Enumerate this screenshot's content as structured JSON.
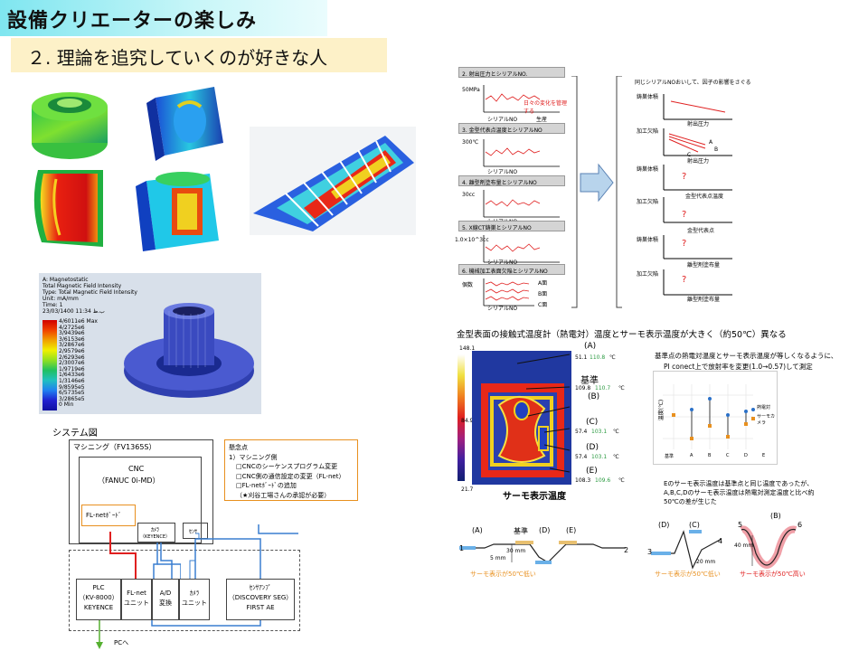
{
  "header": {
    "title": "設備クリエーターの楽しみ",
    "subtitle": "２. 理論を追究していくのが好きな人"
  },
  "magnet_panel": {
    "lines": [
      "A: Magnetostatic",
      "Total Magnetic Field Intensity",
      "Type: Total Magnetic Field Intensity",
      "Unit: mA/mm",
      "Time: 1",
      "23/03/1400 11:34 ب.ظ"
    ],
    "legend": [
      "4/6011e6 Max",
      "4/2725e6",
      "3/9439e6",
      "3/6153e6",
      "3/2867e6",
      "2/9579e6",
      "2/6293e6",
      "2/3007e6",
      "1/9719e6",
      "1/6433e6",
      "1/3146e6",
      "9/8595e5",
      "6/5735e5",
      "3/2865e5",
      "0 Min"
    ]
  },
  "flow_left": {
    "steps": [
      {
        "title": "2. 射出圧力とシリアルNO.",
        "ylab": "50MPa",
        "note": "日々の変化を管理する",
        "xlab": "シリアルNO",
        "xlab2": "生産"
      },
      {
        "title": "3. 金型代表点温度とシリアルNO",
        "ylab": "300℃",
        "xlab": "シリアルNO"
      },
      {
        "title": "4. 離型剤塗布量とシリアルNO",
        "ylab": "30cc",
        "xlab": "シリアルNO"
      },
      {
        "title": "5. X線CT鋳巣とシリアルNO",
        "ylab": "1.0×10^3cc",
        "xlab": "シリアルNO"
      },
      {
        "title": "6. 機械加工表面欠陥とシリアルNO",
        "ylab": "個数",
        "xlab": "シリアルNO",
        "series": [
          "A面",
          "B面",
          "C面"
        ]
      }
    ]
  },
  "flow_right": {
    "header": "同じシリアルNOおいして、因子の影響をさぐる",
    "charts": [
      {
        "y": "鋳巣体積",
        "x": "射出圧力"
      },
      {
        "y": "加工欠陥",
        "x": "射出圧力",
        "labels": [
          "A",
          "B",
          "C"
        ]
      },
      {
        "y": "鋳巣体積",
        "x": "金型代表点温度",
        "q": "?"
      },
      {
        "y": "加工欠陥",
        "x": "金型代表点",
        "q": "?"
      },
      {
        "y": "鋳巣体積",
        "x": "離型剤塗布量",
        "q": "?"
      },
      {
        "y": "加工欠陥",
        "x": "離型剤塗布量",
        "q": "?"
      }
    ]
  },
  "thermo": {
    "heading": "金型表面の接触式温度計（熱電対）温度とサーモ表示温度が大きく（約50℃）異なる",
    "scale_top": "148.1",
    "scale_mid": "84.9",
    "scale_bot": "21.7",
    "caption": "サーモ表示温度",
    "points": [
      {
        "label": "(A)",
        "val": "51.1",
        "ref": "110.8",
        "unit": "℃"
      },
      {
        "label": "基準",
        "val": "109.8",
        "ref": "110.7",
        "unit": "℃"
      },
      {
        "label": "(B)"
      },
      {
        "label": "(C)",
        "val": "57.4",
        "ref": "103.1",
        "unit": "℃"
      },
      {
        "label": "(D)",
        "val": "57.4",
        "ref": "103.1",
        "unit": "℃"
      },
      {
        "label": "(E)",
        "val": "108.3",
        "ref": "109.6",
        "unit": "℃"
      }
    ],
    "desc1": "基準点の熱電対温度とサーモ表示温度が等しくなるように、",
    "desc2": "PI conect上で放射率を変更(1.0→0.57)して測定",
    "legend": [
      "熱電対",
      "サーモカメラ"
    ],
    "xcats": [
      "基準",
      "A",
      "B",
      "C",
      "D",
      "E"
    ],
    "ylab": "温度(℃)",
    "note1": "Eのサーモ表示温度は基準点と同じ温度であったが、",
    "note2": "A,B,C,Dのサーモ表示温度は熱電対測定温度と比べ約",
    "note3": "50℃の差が生じた"
  },
  "profiles": {
    "p1": {
      "labels": [
        "(A)",
        "基準",
        "(D)",
        "(E)"
      ],
      "n1": "1",
      "n2": "2",
      "dim1": "30 mm",
      "dim2": "5 mm",
      "caption": "サーモ表示が50℃低い"
    },
    "p2": {
      "labels": [
        "(D)",
        "(C)"
      ],
      "n1": "3",
      "n2": "4",
      "dim": "20 mm",
      "caption": "サーモ表示が50℃低い"
    },
    "p3": {
      "labels": [
        "(B)"
      ],
      "n1": "5",
      "n2": "6",
      "dim": "40 mm",
      "caption": "サーモ表示が50℃高い"
    }
  },
  "system": {
    "title": "システム図",
    "machining": "マシニング（FV1365S）",
    "cnc1": "CNC",
    "cnc2": "（FANUC 0i-MD）",
    "flnet": "FL-netﾎﾞｰﾄﾞ",
    "camera1": "ｶﾒﾗ",
    "camera2": "（KEYENCE）",
    "sensor": "ｾﾝｻ",
    "plc": [
      "PLC",
      "（KV-8000）",
      "KEYENCE"
    ],
    "flunit": [
      "FL-net",
      "ユニット"
    ],
    "ad": [
      "A/D",
      "変換"
    ],
    "camunit": [
      "ｶﾒﾗ",
      "ユニット"
    ],
    "senamp": [
      "ｾﾝｻｱﾝﾌﾟ",
      "（DISCOVERY SEG）",
      "FIRST AE"
    ],
    "pc": "PCへ",
    "concerns": {
      "title": "懸念点",
      "items": [
        "1）マシニング側",
        "□CNCのシーケンスプログラム変更",
        "□CNC側の通信設定の変更（FL-net）",
        "□FL-netﾎﾞｰﾄﾞの追加",
        "（★刈谷工場さんの承認が必要）"
      ]
    }
  },
  "colors": {
    "title_bg": "#7fe6f0",
    "sub_bg": "#fdf1c8",
    "red_line": "#e02020",
    "blue_line": "#3a7fd0",
    "green_line": "#55b030",
    "orange": "#e8901f"
  }
}
